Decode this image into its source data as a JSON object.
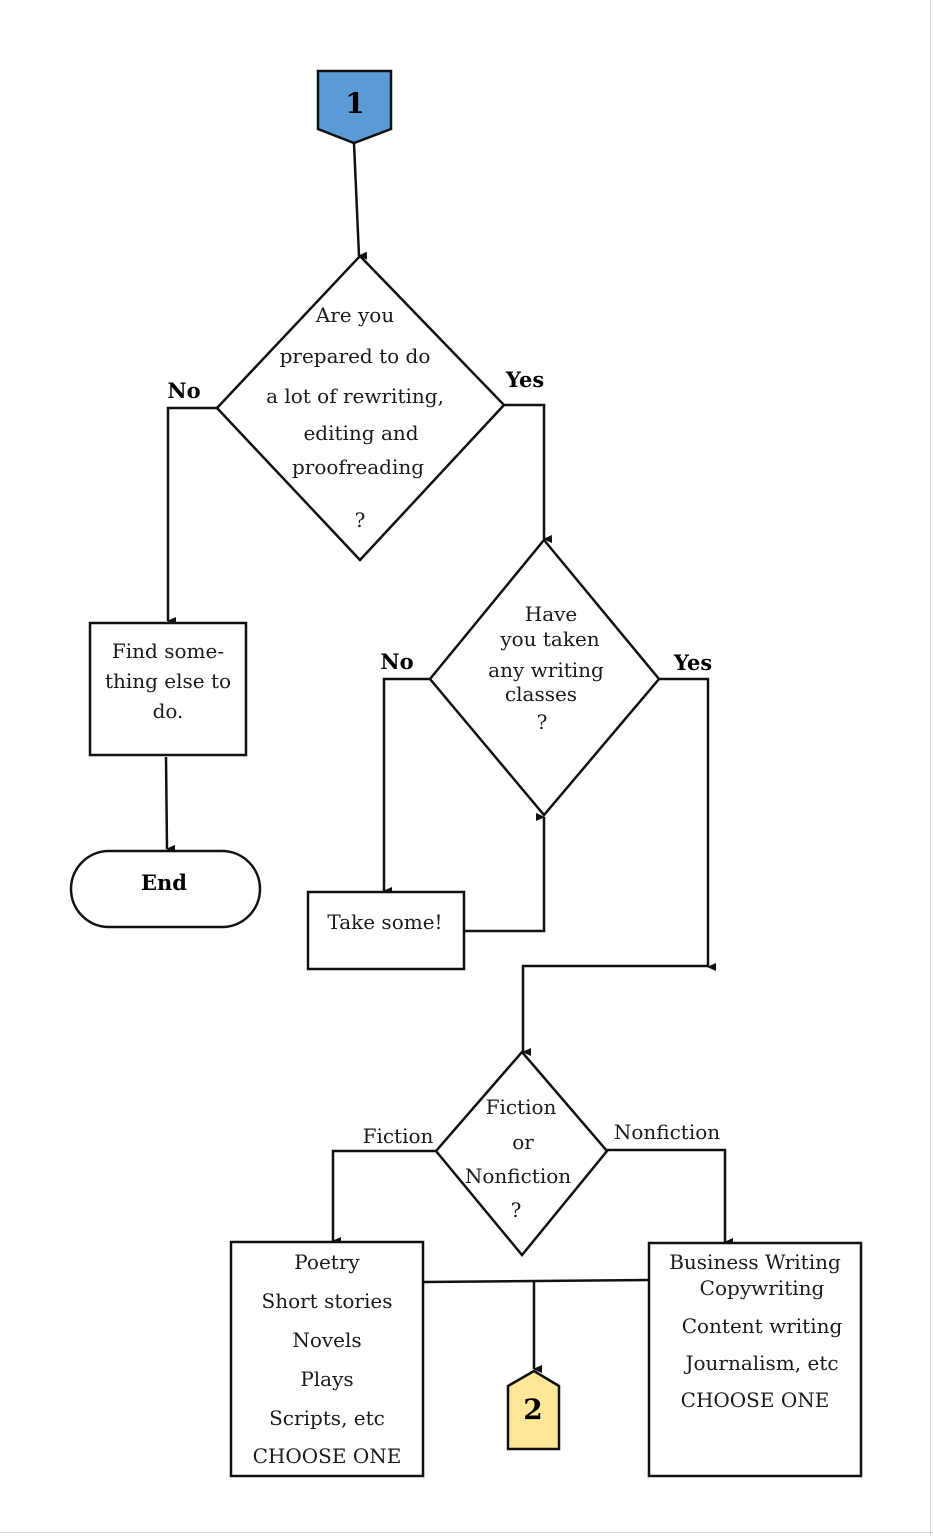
{
  "colors": {
    "start_badge": "#5b9bd5",
    "next_badge": "#ffe699",
    "stroke": "#111111"
  },
  "start": {
    "label": "1"
  },
  "q1": {
    "lines": [
      "Are you",
      "prepared to do",
      "a lot of rewriting,",
      "editing and",
      "proofreading",
      "?"
    ],
    "no": "No",
    "yes": "Yes"
  },
  "find": {
    "lines": [
      "Find some-",
      "thing else to",
      "do."
    ]
  },
  "end": {
    "label": "End"
  },
  "q2": {
    "lines": [
      "Have",
      "you taken",
      "any writing",
      "classes",
      "?"
    ],
    "no": "No",
    "yes": "Yes"
  },
  "take": {
    "label": "Take some!"
  },
  "q3": {
    "lines": [
      "Fiction",
      "or",
      "Nonfiction",
      "?"
    ],
    "left": "Fiction",
    "right": "Nonfiction"
  },
  "fiction_box": {
    "lines": [
      "Poetry",
      "Short stories",
      "Novels",
      "Plays",
      "Scripts, etc",
      "CHOOSE ONE"
    ]
  },
  "nonfiction_box": {
    "lines": [
      "Business Writing",
      "Copywriting",
      "Content writing",
      "Journalism, etc",
      "CHOOSE ONE"
    ]
  },
  "next": {
    "label": "2"
  }
}
